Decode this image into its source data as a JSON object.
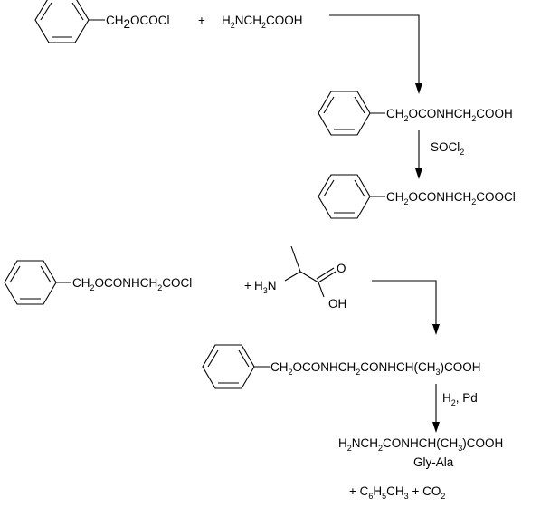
{
  "reagents": {
    "cbz_chloride": {
      "pre": "CH",
      "sub": "2",
      "post": "OCOCl"
    },
    "plus1": "+",
    "glycine": {
      "p1": "H",
      "s1": "2",
      "p2": "NCH",
      "s2": "2",
      "p3": "COOH"
    }
  },
  "cbz_glycine": {
    "p1": "CH",
    "s1": "2",
    "p2": "OCONHCH",
    "s2": "2",
    "p3": "COOH"
  },
  "step_socl2": {
    "p1": "SOCl",
    "s1": "2"
  },
  "cbz_glycyl_chloride_a": {
    "p1": "CH",
    "s1": "2",
    "p2": "OCONHCH",
    "s2": "2",
    "p3": "COOCl"
  },
  "cbz_glycyl_chloride_b": {
    "p1": "CH",
    "s1": "2",
    "p2": "OCONHCH",
    "s2": "2",
    "p3": "COCl"
  },
  "alanine": {
    "plus": "+",
    "amine": {
      "p1": "H",
      "s1": "3",
      "p2": "N"
    },
    "oxo": "O",
    "hydroxyl": "OH"
  },
  "cbz_dipeptide": {
    "p1": "CH",
    "s1": "2",
    "p2": "OCONHCH",
    "s2": "2",
    "p3": "CONHCH(CH",
    "s3": "3",
    "p4": ")COOH"
  },
  "step_h2pd": {
    "p1": "H",
    "s1": "2",
    "p2": ", Pd"
  },
  "gly_ala": {
    "p1": "H",
    "s1": "2",
    "p2": "NCH",
    "s2": "2",
    "p3": "CONHCH(CH",
    "s3": "3",
    "p4": ")COOH"
  },
  "gly_ala_name": "Gly-Ala",
  "byproducts": {
    "plus1": "+ C",
    "s1": "6",
    "p2": "H",
    "s2": "5",
    "p3": "CH",
    "s3": "3",
    "p4": " + CO",
    "s4": "2"
  }
}
